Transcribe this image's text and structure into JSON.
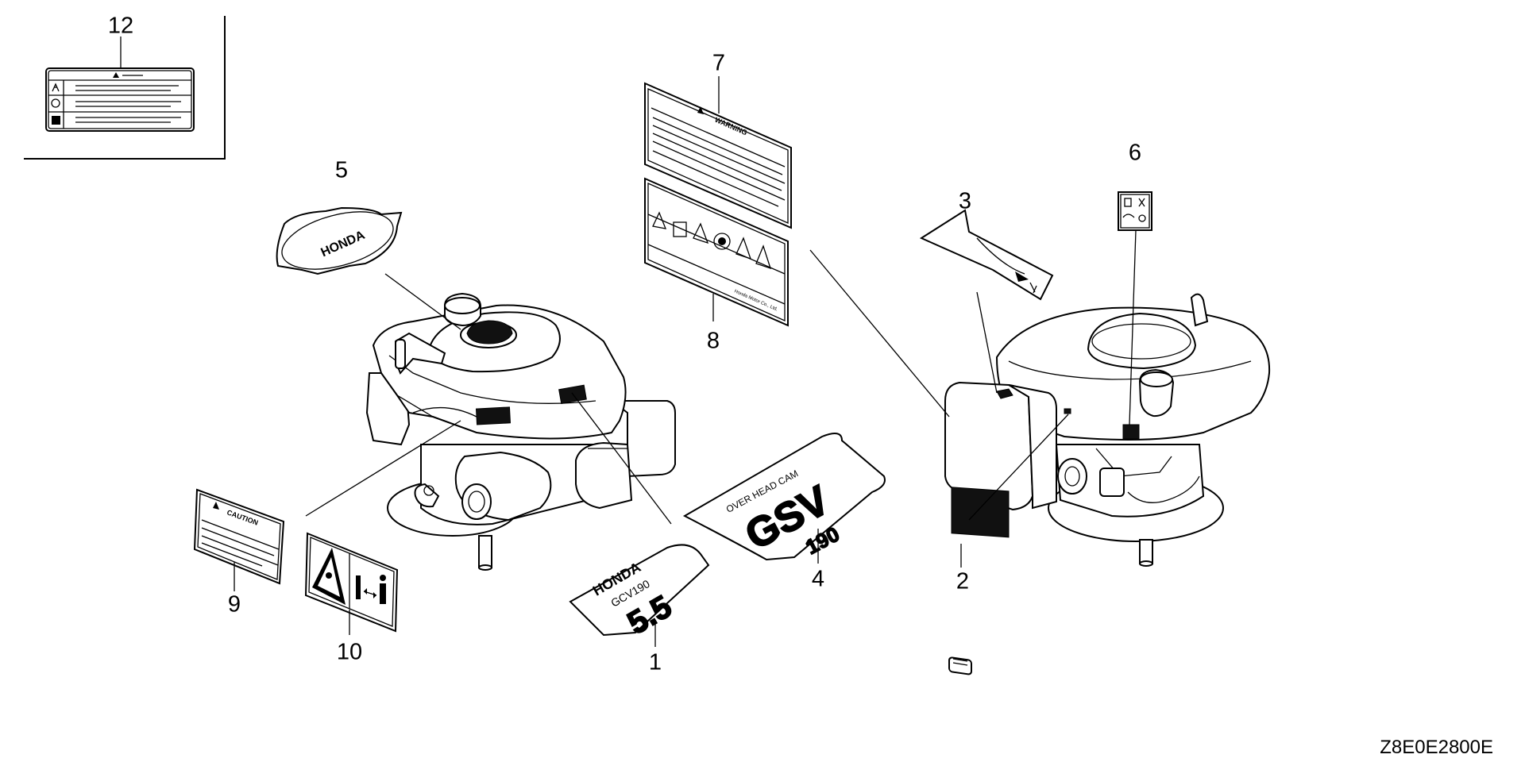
{
  "parts": [
    {
      "ref": "1",
      "item": "mark-gcv190-5.5"
    },
    {
      "ref": "2",
      "item": "small-label"
    },
    {
      "ref": "3",
      "item": "arrow-label"
    },
    {
      "ref": "4",
      "item": "mark-gsv190"
    },
    {
      "ref": "5",
      "item": "honda-emblem"
    },
    {
      "ref": "6",
      "item": "choke-label"
    },
    {
      "ref": "7",
      "item": "warning-label"
    },
    {
      "ref": "8",
      "item": "symbol-warning-label"
    },
    {
      "ref": "9",
      "item": "caution-label"
    },
    {
      "ref": "10",
      "item": "safety-symbol-label"
    },
    {
      "ref": "12",
      "item": "emission-label"
    }
  ],
  "decals": {
    "honda": "HONDA",
    "gcv190": "GCV190",
    "hp": "5.5",
    "ohc": "OVER HEAD CAM",
    "gsv": "GSV",
    "gsv_num": "190",
    "warning": "WARNING",
    "caution": "CAUTION",
    "maker": "Honda Motor Co., Ltd."
  },
  "diagram_code": "Z8E0E2800E"
}
